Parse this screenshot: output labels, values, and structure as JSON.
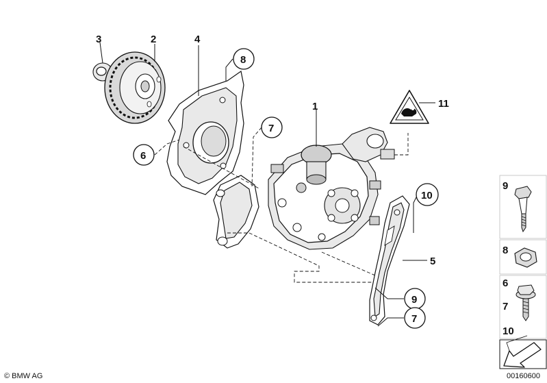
{
  "callouts": {
    "c1": "1",
    "c2": "2",
    "c3": "3",
    "c4": "4",
    "c5": "5",
    "c6": "6",
    "c7a": "7",
    "c7b": "7",
    "c8": "8",
    "c9": "9",
    "c10": "10",
    "c11": "11"
  },
  "side_panel": {
    "bolt_label": "9",
    "nut_label": "8",
    "screw_labels": [
      "6",
      "7",
      "10"
    ]
  },
  "footer": {
    "copyright": "© BMW AG",
    "diagram_id": "00160600"
  },
  "icons": {
    "warning": "high-pressure-warning-triangle-icon",
    "arrow": "direction-arrow-icon"
  }
}
